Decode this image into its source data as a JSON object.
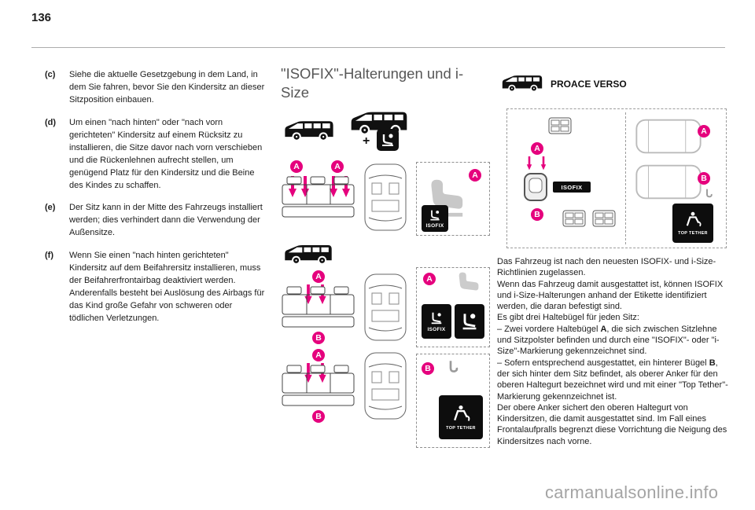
{
  "page": {
    "number": "136",
    "watermark": "carmanualsonline.info"
  },
  "left_column": {
    "items": [
      {
        "label": "(c)",
        "text": "Siehe die aktuelle Gesetzgebung in dem Land, in dem Sie fahren, bevor Sie den Kindersitz an dieser Sitzposition einbauen."
      },
      {
        "label": "(d)",
        "text": "Um einen \"nach hinten\" oder \"nach vorn gerichteten\" Kindersitz auf einem Rücksitz zu installieren, die Sitze davor nach vorn verschieben und die Rückenlehnen aufrecht stellen, um genügend Platz für den Kindersitz und die Beine des Kindes zu schaffen."
      },
      {
        "label": "(e)",
        "text": "Der Sitz kann in der Mitte des Fahrzeugs installiert werden; dies verhindert dann die Verwendung der Außensitze."
      },
      {
        "label": "(f)",
        "text": "Wenn Sie einen \"nach hinten gerichteten\" Kindersitz auf dem Beifahrersitz installieren, muss der Beifahrerfrontairbag deaktiviert werden. Anderenfalls besteht bei Auslösung des Airbags für das Kind große Gefahr von schweren oder tödlichen Verletzungen."
      }
    ]
  },
  "middle_column": {
    "heading": "\"ISOFIX\"-Halterungen und i-Size"
  },
  "figures": {
    "marker_a": "A",
    "marker_b": "B",
    "plus": "+",
    "isofix_label": "ISOFIX",
    "top_tether_label": "TOP TETHER"
  },
  "right_column": {
    "model_label": "PROACE VERSO",
    "paragraphs": [
      {
        "segments": [
          {
            "t": "Das Fahrzeug ist nach den neuesten ISOFIX- und i-Size-Richtlinien zugelassen."
          }
        ]
      },
      {
        "segments": [
          {
            "t": "Wenn das Fahrzeug damit ausgestattet ist, können ISOFIX und i-Size-Halterungen anhand der Etikette identifiziert werden, die daran befestigt sind."
          }
        ]
      },
      {
        "segments": [
          {
            "t": "Es gibt drei Haltebügel für jeden Sitz:"
          }
        ]
      },
      {
        "segments": [
          {
            "t": "– Zwei vordere Haltebügel "
          },
          {
            "t": "A",
            "b": true
          },
          {
            "t": ", die sich zwischen Sitzlehne und Sitzpolster befinden und durch eine \"ISOFIX\"- oder \"i-Size\"-Markierung gekennzeichnet sind."
          }
        ]
      },
      {
        "segments": [
          {
            "t": "– Sofern entsprechend ausgestattet, ein hinterer Bügel "
          },
          {
            "t": "B",
            "b": true
          },
          {
            "t": ", der sich hinter dem Sitz befindet, als oberer Anker für den oberen Haltegurt bezeichnet wird und mit einer \"Top Tether\"-Markierung gekennzeichnet ist."
          }
        ]
      },
      {
        "segments": [
          {
            "t": "Der obere Anker sichert den oberen Haltegurt von Kindersitzen, die damit ausgestattet sind. Im Fall eines Frontalaufpralls begrenzt diese Vorrichtung die Neigung des Kindersitzes nach vorne."
          }
        ]
      }
    ]
  }
}
